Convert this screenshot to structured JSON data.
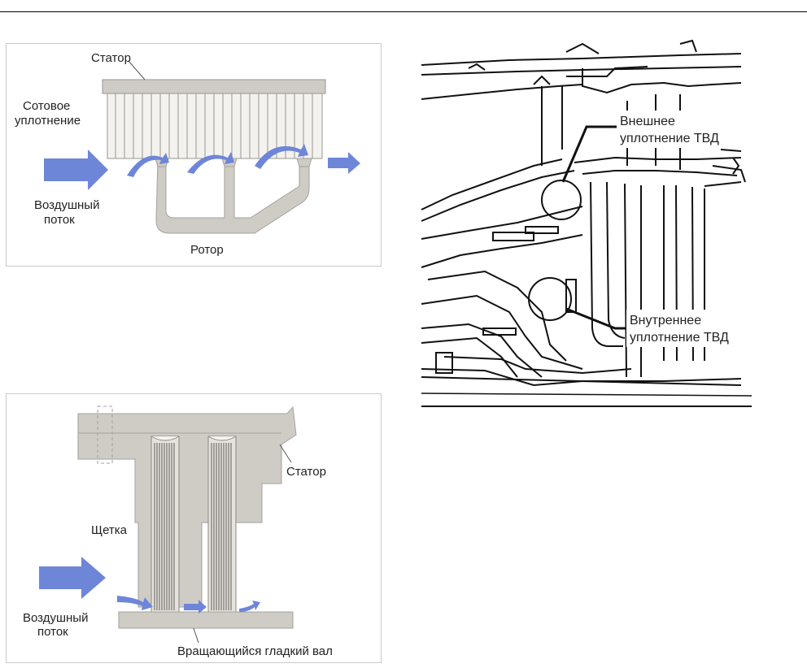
{
  "honeycomb_seal": {
    "stator": "Статор",
    "honeycomb_line1": "Сотовое",
    "honeycomb_line2": "уплотнение",
    "airflow_line1": "Воздушный",
    "airflow_line2": "поток",
    "rotor": "Ротор"
  },
  "engine_section": {
    "outer_line1": "Внешнее",
    "outer_line2": "уплотнение ТВД",
    "inner_line1": "Внутреннее",
    "inner_line2": "уплотнение ТВД"
  },
  "brush_seal": {
    "stator": "Статор",
    "brush": "Щетка",
    "airflow_line1": "Воздушный",
    "airflow_line2": "поток",
    "shaft": "Вращающийся гладкий вал"
  },
  "colors": {
    "part_fill": "#cfcbc5",
    "part_stroke": "#9a968f",
    "arrow_blue": "#6e86d8"
  }
}
